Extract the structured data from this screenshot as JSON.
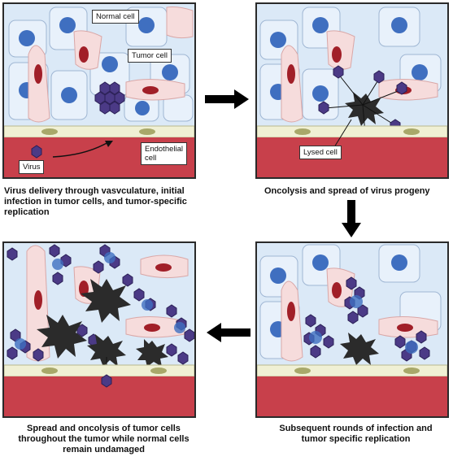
{
  "panels": [
    {
      "id": "panel-1",
      "caption": "Virus delivery through vasvculature, initial infection in tumor cells, and tumor-specific replication",
      "labels": {
        "normal_cell": "Normal cell",
        "tumor_cell": "Tumor cell",
        "endothelial_cell": "Endothelial\ncell",
        "virus": "Virus"
      }
    },
    {
      "id": "panel-2",
      "caption": "Oncolysis and spread of virus progeny",
      "labels": {
        "lysed_cell": "Lysed cell"
      }
    },
    {
      "id": "panel-3",
      "caption": "Subsequent rounds of infection and tumor specific replication"
    },
    {
      "id": "panel-4",
      "caption": "Spread and oncolysis of tumor cells throughout the tumor while normal cells remain undamaged"
    }
  ],
  "colors": {
    "tumor_cell_fill": "#dbe9f7",
    "tumor_nucleus": "#3f6fc0",
    "normal_cell_fill": "#f6dcdc",
    "normal_nucleus": "#a11f28",
    "virus": "#4b3a86",
    "blood_vessel": "#c8404b",
    "endothelium": "#f0f0d4",
    "lysed_cell": "#2b2b2b",
    "arrow": "#000000"
  }
}
